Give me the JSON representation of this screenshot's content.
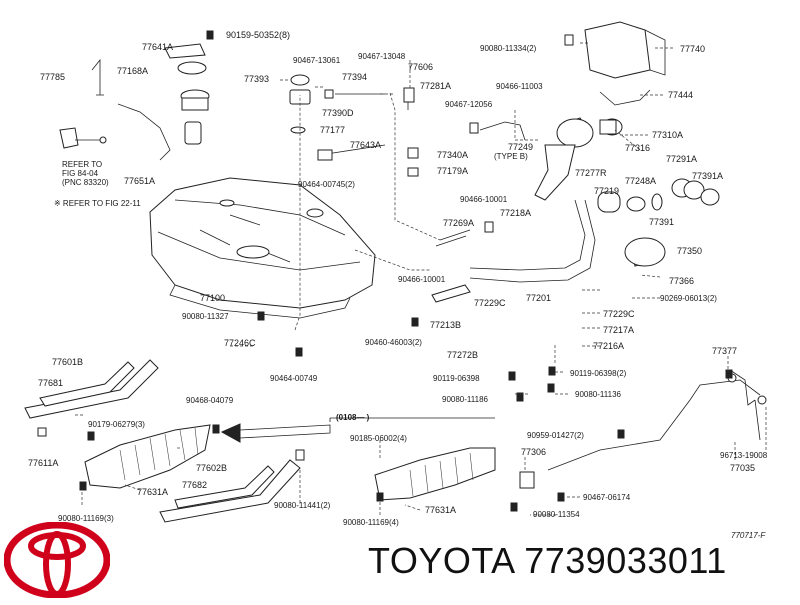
{
  "brand": {
    "name": "TOYOTA",
    "part_number": "7739033011",
    "logo_color": "#d0021b"
  },
  "diagram": {
    "figure_code": "770717-F",
    "notes": {
      "refer_fig_84": "REFER TO\nFIG 84-04\n(PNC 83320)",
      "refer_fig_22": "※ REFER TO FIG 22-11",
      "type_b": "(TYPE B)",
      "date_range": "(0108—        )"
    },
    "callouts": [
      {
        "id": "c1",
        "text": "77641A"
      },
      {
        "id": "c2",
        "text": "90159-50352(8)"
      },
      {
        "id": "c3",
        "text": "77785"
      },
      {
        "id": "c4",
        "text": "77168A"
      },
      {
        "id": "c5",
        "text": "77393"
      },
      {
        "id": "c6",
        "text": "90467-13061"
      },
      {
        "id": "c7",
        "text": "77394"
      },
      {
        "id": "c8",
        "text": "90467-13048"
      },
      {
        "id": "c9",
        "text": "77606"
      },
      {
        "id": "c10",
        "text": "90080-11334(2)"
      },
      {
        "id": "c11",
        "text": "77740"
      },
      {
        "id": "c12",
        "text": "77281A"
      },
      {
        "id": "c13",
        "text": "90466-11003"
      },
      {
        "id": "c14",
        "text": "77444"
      },
      {
        "id": "c15",
        "text": "77390D"
      },
      {
        "id": "c16",
        "text": "90467-12056"
      },
      {
        "id": "c17",
        "text": "77177"
      },
      {
        "id": "c18",
        "text": "77310A"
      },
      {
        "id": "c19",
        "text": "77643A"
      },
      {
        "id": "c20",
        "text": "77249"
      },
      {
        "id": "c21",
        "text": "77316"
      },
      {
        "id": "c22",
        "text": "77340A"
      },
      {
        "id": "c23",
        "text": "77291A"
      },
      {
        "id": "c24",
        "text": "77179A"
      },
      {
        "id": "c25",
        "text": "77277R"
      },
      {
        "id": "c26",
        "text": "77651A"
      },
      {
        "id": "c27",
        "text": "90464-00745(2)"
      },
      {
        "id": "c28",
        "text": "77248A"
      },
      {
        "id": "c29",
        "text": "77391A"
      },
      {
        "id": "c30",
        "text": "77219"
      },
      {
        "id": "c31",
        "text": "90466-10001"
      },
      {
        "id": "c32",
        "text": "77218A"
      },
      {
        "id": "c33",
        "text": "77391"
      },
      {
        "id": "c34",
        "text": "77269A"
      },
      {
        "id": "c35",
        "text": "77350"
      },
      {
        "id": "c36",
        "text": "90466-10001"
      },
      {
        "id": "c37",
        "text": "77366"
      },
      {
        "id": "c38",
        "text": "77100"
      },
      {
        "id": "c39",
        "text": "77201"
      },
      {
        "id": "c40",
        "text": "90269-06013(2)"
      },
      {
        "id": "c41",
        "text": "77229C"
      },
      {
        "id": "c42",
        "text": "90080-11327"
      },
      {
        "id": "c43",
        "text": "77229C"
      },
      {
        "id": "c44",
        "text": "77213B"
      },
      {
        "id": "c45",
        "text": "77217A"
      },
      {
        "id": "c46",
        "text": "77246C"
      },
      {
        "id": "c47",
        "text": "90460-46003(2)"
      },
      {
        "id": "c48",
        "text": "77216A"
      },
      {
        "id": "c49",
        "text": "77601B"
      },
      {
        "id": "c50",
        "text": "90464-00749"
      },
      {
        "id": "c51",
        "text": "77272B"
      },
      {
        "id": "c52",
        "text": "77377"
      },
      {
        "id": "c53",
        "text": "77681"
      },
      {
        "id": "c54",
        "text": "90119-06398"
      },
      {
        "id": "c55",
        "text": "90119-06398(2)"
      },
      {
        "id": "c56",
        "text": "90080-11186"
      },
      {
        "id": "c57",
        "text": "90080-11136"
      },
      {
        "id": "c58",
        "text": "90468-04079"
      },
      {
        "id": "c59",
        "text": "90179-06279(3)"
      },
      {
        "id": "c60",
        "text": "90185-06002(4)"
      },
      {
        "id": "c61",
        "text": "90959-01427(2)"
      },
      {
        "id": "c62",
        "text": "96713-19008"
      },
      {
        "id": "c63",
        "text": "77611A"
      },
      {
        "id": "c64",
        "text": "77602B"
      },
      {
        "id": "c65",
        "text": "77306"
      },
      {
        "id": "c66",
        "text": "77035"
      },
      {
        "id": "c67",
        "text": "77682"
      },
      {
        "id": "c68",
        "text": "77631A"
      },
      {
        "id": "c69",
        "text": "90467-06174"
      },
      {
        "id": "c70",
        "text": "90080-11441(2)"
      },
      {
        "id": "c71",
        "text": "90080-11169(4)"
      },
      {
        "id": "c72",
        "text": "77631A"
      },
      {
        "id": "c73",
        "text": "90080-11169(3)"
      },
      {
        "id": "c74",
        "text": "90080-11354"
      }
    ]
  }
}
